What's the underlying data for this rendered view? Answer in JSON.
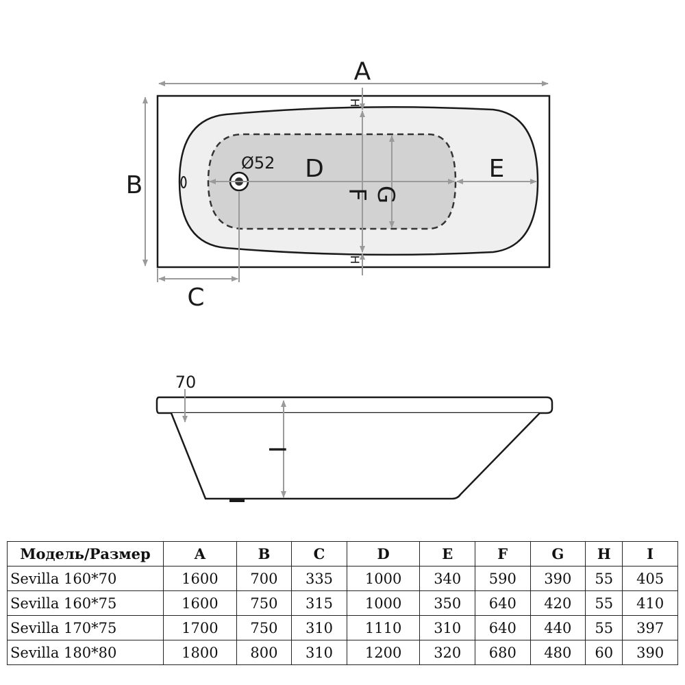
{
  "colors": {
    "outline": "#1a1a1a",
    "dimension": "#9a9a9a",
    "inner_basin": "#efefef",
    "bottom_area": "#d2d2d2"
  },
  "plan_view": {
    "labels": {
      "A": "A",
      "B": "B",
      "C": "C",
      "D": "D",
      "E": "E",
      "F": "F",
      "G": "G",
      "H_top": "H",
      "H_bottom": "H",
      "drain_diameter": "Ø52"
    }
  },
  "side_view": {
    "labels": {
      "rim": "70",
      "I": "I"
    }
  },
  "table": {
    "headers": [
      "Модель/Размер",
      "A",
      "B",
      "C",
      "D",
      "E",
      "F",
      "G",
      "H",
      "I"
    ],
    "rows": [
      [
        "Sevilla 160*70",
        "1600",
        "700",
        "335",
        "1000",
        "340",
        "590",
        "390",
        "55",
        "405"
      ],
      [
        "Sevilla 160*75",
        "1600",
        "750",
        "315",
        "1000",
        "350",
        "640",
        "420",
        "55",
        "410"
      ],
      [
        "Sevilla 170*75",
        "1700",
        "750",
        "310",
        "1110",
        "310",
        "640",
        "440",
        "55",
        "397"
      ],
      [
        "Sevilla 180*80",
        "1800",
        "800",
        "310",
        "1200",
        "320",
        "680",
        "480",
        "60",
        "390"
      ]
    ]
  }
}
